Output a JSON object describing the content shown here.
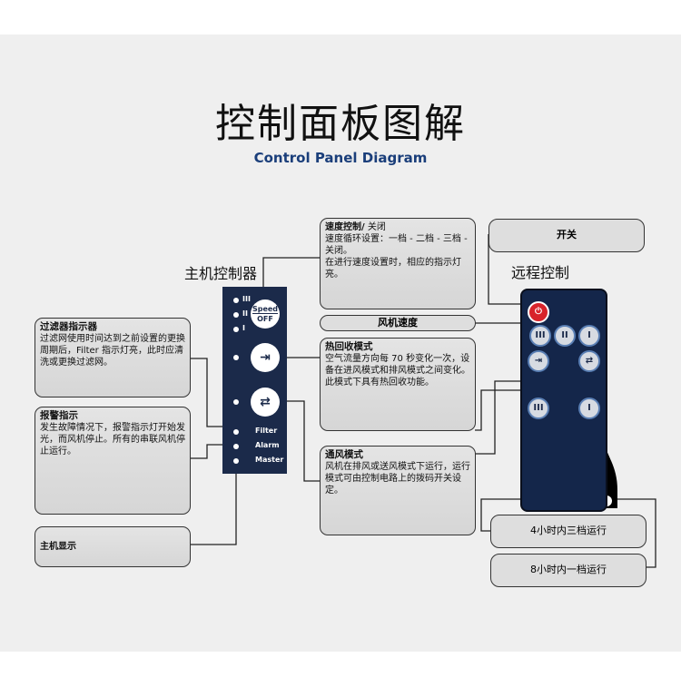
{
  "title": "控制面板图解",
  "subtitle": "Control Panel Diagram",
  "main_unit": {
    "label": "主机控制器",
    "speed_levels": [
      "III",
      "II",
      "I"
    ],
    "speed_button": {
      "top": "Speed",
      "bottom": "OFF"
    },
    "indicators": [
      "Filter",
      "Alarm",
      "Master"
    ]
  },
  "remote": {
    "label": "远程控制",
    "speed_buttons": [
      "III",
      "II",
      "I"
    ],
    "timer_buttons": [
      "III",
      "I"
    ]
  },
  "boxes": {
    "speed": {
      "title": "速度控制/",
      "title_rest": " 关闭",
      "text": "速度循环设置：一档 - 二档 - 三档 - 关闭。\n在进行速度设置时，相应的指示灯亮。"
    },
    "fan_speed": "风机速度",
    "heat_recovery": {
      "title": "热回收模式",
      "text": "空气流量方向每 70 秒变化一次，设备在进风模式和排风模式之间变化。此模式下具有热回收功能。"
    },
    "ventilation": {
      "title": "通风模式",
      "text": "风机在排风或送风模式下运行，运行模式可由控制电路上的拨码开关设定。"
    },
    "filter": {
      "title": "过滤器指示器",
      "text": "过滤网使用时间达到之前设置的更换周期后，Filter 指示灯亮，此时应清洗或更换过滤网。"
    },
    "alarm": {
      "title": "报警指示",
      "text": "发生故障情况下，报警指示灯开始发光，而风机停止。所有的串联风机停止运行。"
    },
    "master": "主机显示",
    "power": "开关",
    "timer4": "4小时内三档运行",
    "timer8": "8小时内一档运行"
  }
}
